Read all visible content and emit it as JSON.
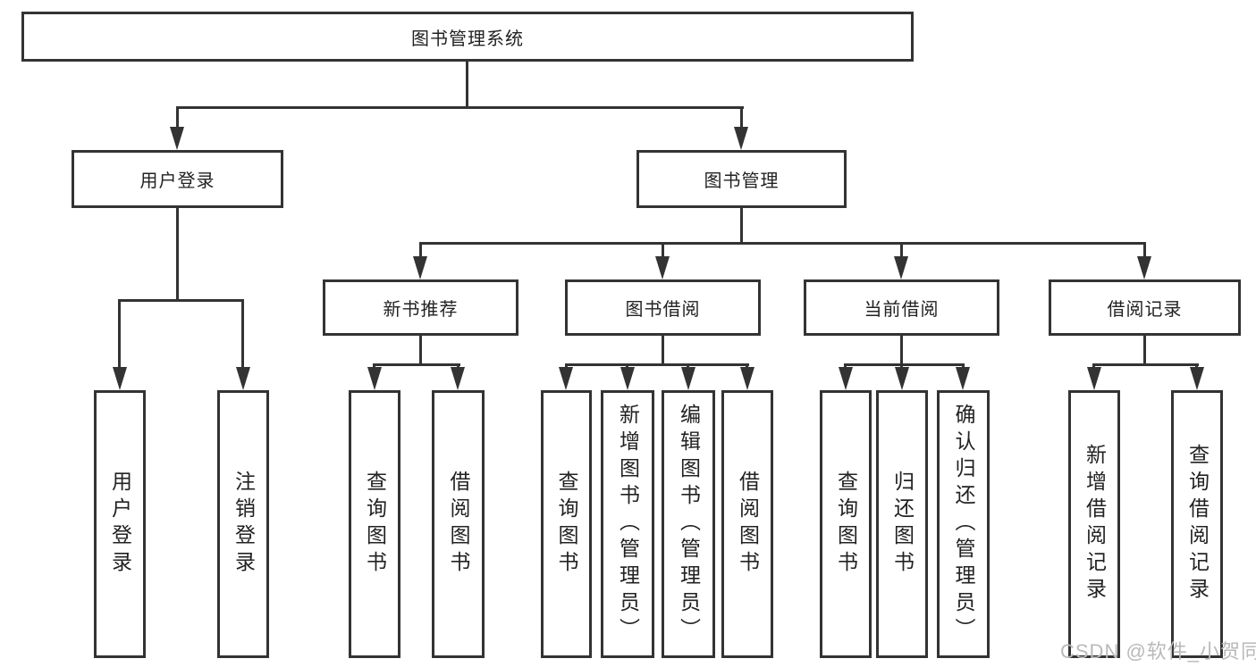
{
  "diagram": {
    "type": "hierarchy-flowchart",
    "colors": {
      "background": "#ffffff",
      "line": "#333333",
      "text": "#222222",
      "watermark": "#b9b9b9"
    },
    "tree": {
      "label": "图书管理系统",
      "children": [
        {
          "label": "用户登录",
          "children": [
            {
              "label": "用户登录"
            },
            {
              "label": "注销登录"
            }
          ]
        },
        {
          "label": "图书管理",
          "children": [
            {
              "label": "新书推荐",
              "children": [
                {
                  "label": "查询图书"
                },
                {
                  "label": "借阅图书"
                }
              ]
            },
            {
              "label": "图书借阅",
              "children": [
                {
                  "label": "查询图书"
                },
                {
                  "label": "新增图书（管理员）"
                },
                {
                  "label": "编辑图书（管理员）"
                },
                {
                  "label": "借阅图书"
                }
              ]
            },
            {
              "label": "当前借阅",
              "children": [
                {
                  "label": "查询图书"
                },
                {
                  "label": "归还图书"
                },
                {
                  "label": "确认归还（管理员）"
                }
              ]
            },
            {
              "label": "借阅记录",
              "children": [
                {
                  "label": "新增借阅记录"
                },
                {
                  "label": "查询借阅记录"
                }
              ]
            }
          ]
        }
      ]
    },
    "watermark": {
      "text": "CSDN @软件_小贺同学"
    }
  }
}
